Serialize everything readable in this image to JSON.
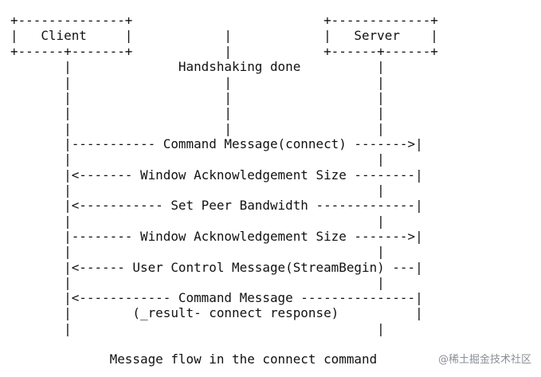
{
  "diagram": {
    "lines": [
      "+--------------+                         +-------------+",
      "|   Client     |            |            |   Server    |",
      "+------+-------+            |            +------+------+",
      "       |              Handshaking done          |",
      "       |                    |                   |",
      "       |                    |                   |",
      "       |                    |                   |",
      "       |                    |                   |",
      "       |----------- Command Message(connect) ------->|",
      "       |                                        |",
      "       |<------- Window Acknowledgement Size --------|",
      "       |                                        |",
      "       |<----------- Set Peer Bandwidth -------------|",
      "       |                                        |",
      "       |-------- Window Acknowledgement Size ------->|",
      "       |                                        |",
      "       |<------ User Control Message(StreamBegin) ---|",
      "       |                                        |",
      "       |<------------ Command Message ---------------|",
      "       |        (_result- connect response)          |",
      "       |                                        |",
      "",
      "             Message flow in the connect command"
    ],
    "watermark": "@稀土掘金技术社区"
  }
}
